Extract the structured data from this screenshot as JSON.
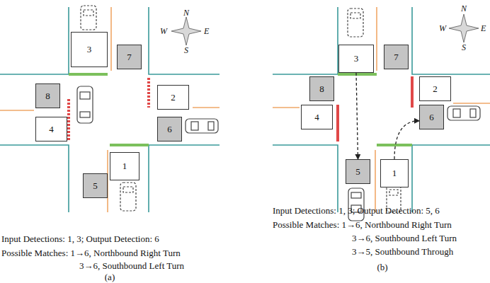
{
  "diagram": {
    "nodes": [
      {
        "text": [
          "3"
        ]
      },
      {
        "text": [
          "7"
        ]
      },
      {
        "text": [
          "8"
        ]
      },
      {
        "text": [
          "2"
        ]
      },
      {
        "text": [
          "4"
        ]
      },
      {
        "text": [
          "6"
        ]
      },
      {
        "text": [
          "5"
        ]
      },
      {
        "text": [
          "1"
        ]
      },
      {
        "text": [
          "3"
        ]
      },
      {
        "text": [
          "7"
        ]
      },
      {
        "text": [
          "8"
        ]
      },
      {
        "text": [
          "2"
        ]
      },
      {
        "text": [
          "4"
        ]
      },
      {
        "text": [
          "6"
        ]
      },
      {
        "text": [
          "5"
        ]
      },
      {
        "text": [
          "1"
        ]
      }
    ],
    "edges": [
      {
        "from": 8,
        "to": 14,
        "arrow": "to"
      },
      {
        "from": 15,
        "to": 13,
        "arrow": "to"
      }
    ],
    "labels": [
      "N",
      "W",
      "E",
      "S",
      "Input Detections: 1, 3; Output Detection: 6",
      "Possible Matches: 1→6, Northbound Right Turn",
      "3→6, Southbound Left Turn",
      "(a)",
      "N",
      "W",
      "E",
      "S",
      "Input Detections: 1, 3; Output Detection: 5, 6",
      "Possible Matches: 1→6, Northbound Right Turn",
      "3→6, Southbound Left Turn",
      "3→5, Southbound Through",
      "(b)"
    ]
  }
}
